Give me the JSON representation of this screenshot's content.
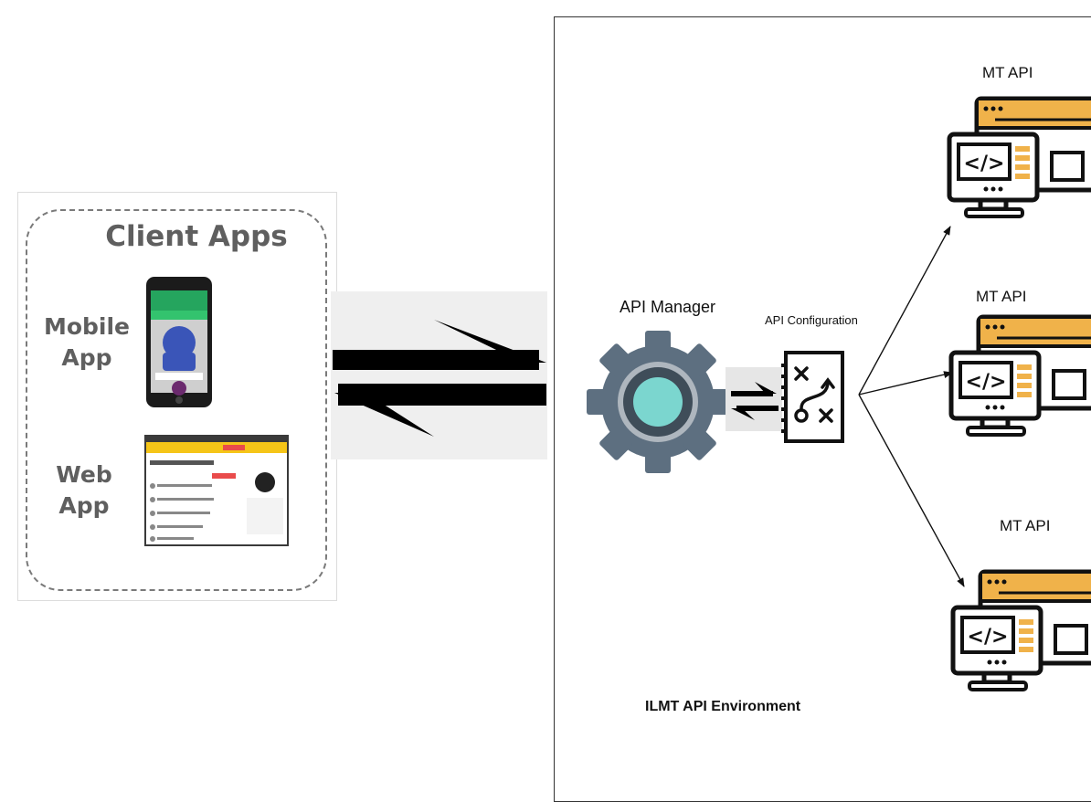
{
  "client_apps": {
    "title": "Client Apps",
    "mobile_app": {
      "line1": "Mobile",
      "line2": "App"
    },
    "web_app": {
      "line1": "Web",
      "line2": "App"
    }
  },
  "environment": {
    "label": "ILMT API Environment",
    "api_manager": "API Manager",
    "api_configuration": "API Configuration",
    "mt_apis": [
      "MT API",
      "MT API",
      "MT API"
    ]
  },
  "icons": [
    "gear-icon",
    "exchange-arrows-icon",
    "api-configuration-icon",
    "code-computer-icon",
    "mobile-phone-screenshot",
    "web-browser-screenshot"
  ],
  "colors": {
    "gear": "#5d6f80",
    "gear_inner": "#7bd6cf",
    "computer_accent": "#f0b24a",
    "outline": "#111111"
  }
}
